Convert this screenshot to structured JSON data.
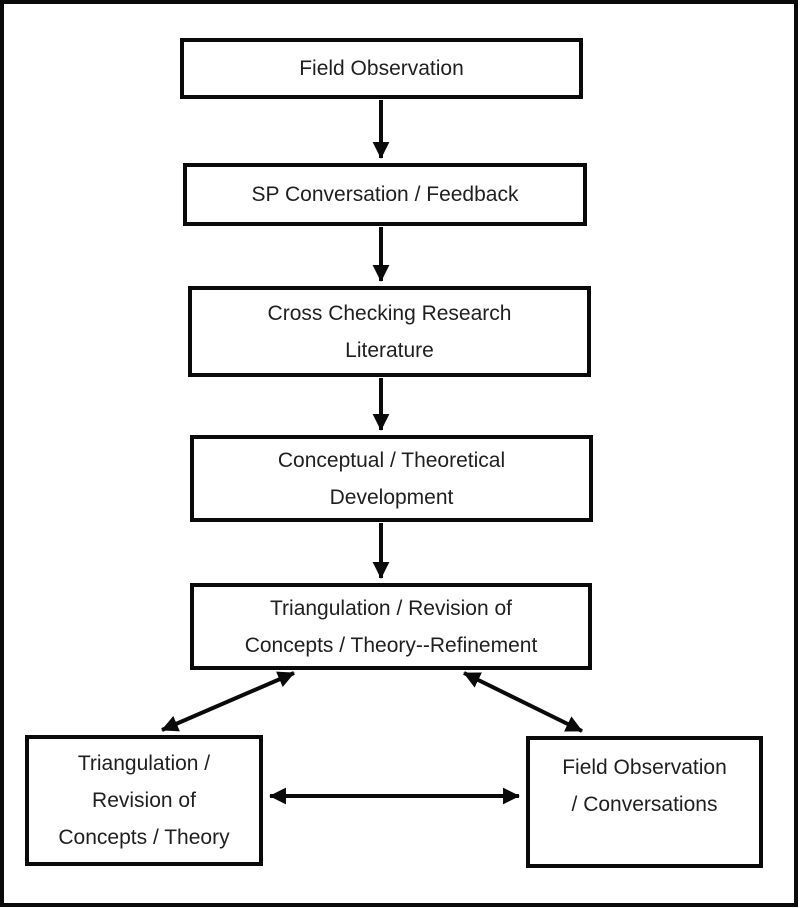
{
  "diagram": {
    "type": "flowchart",
    "background": "#ffffff",
    "border_color": "#0a0a0a",
    "text_color": "#1f1f1f",
    "nodes": [
      {
        "name": "field-observation",
        "lines": [
          "Field Observation"
        ]
      },
      {
        "name": "sp-conversation-feedback",
        "lines": [
          "SP Conversation / Feedback"
        ]
      },
      {
        "name": "cross-checking-research-literature",
        "lines": [
          "Cross Checking Research",
          "Literature"
        ]
      },
      {
        "name": "conceptual-theoretical-development",
        "lines": [
          "Conceptual / Theoretical",
          "Development"
        ]
      },
      {
        "name": "triangulation-revision-refinement",
        "lines": [
          "Triangulation / Revision of",
          "Concepts / Theory--Refinement"
        ]
      },
      {
        "name": "triangulation-revision-theory",
        "lines": [
          "Triangulation /",
          "Revision of",
          "Concepts / Theory"
        ]
      },
      {
        "name": "field-observation-conversations",
        "lines": [
          "Field Observation",
          "/ Conversations"
        ]
      }
    ],
    "edges": [
      {
        "from": "Field Observation",
        "to": "SP Conversation / Feedback",
        "style": "arrow-down"
      },
      {
        "from": "SP Conversation / Feedback",
        "to": "Cross Checking Research Literature",
        "style": "arrow-down"
      },
      {
        "from": "Cross Checking Research Literature",
        "to": "Conceptual / Theoretical Development",
        "style": "arrow-down"
      },
      {
        "from": "Conceptual / Theoretical Development",
        "to": "Triangulation / Revision of Concepts / Theory--Refinement",
        "style": "arrow-down"
      },
      {
        "from": "Triangulation / Revision of Concepts / Theory--Refinement",
        "to": "Triangulation / Revision of Concepts / Theory",
        "style": "double-headed"
      },
      {
        "from": "Triangulation / Revision of Concepts / Theory--Refinement",
        "to": "Field Observation / Conversations",
        "style": "double-headed"
      },
      {
        "from": "Triangulation / Revision of Concepts / Theory",
        "to": "Field Observation / Conversations",
        "style": "double-headed"
      }
    ]
  }
}
